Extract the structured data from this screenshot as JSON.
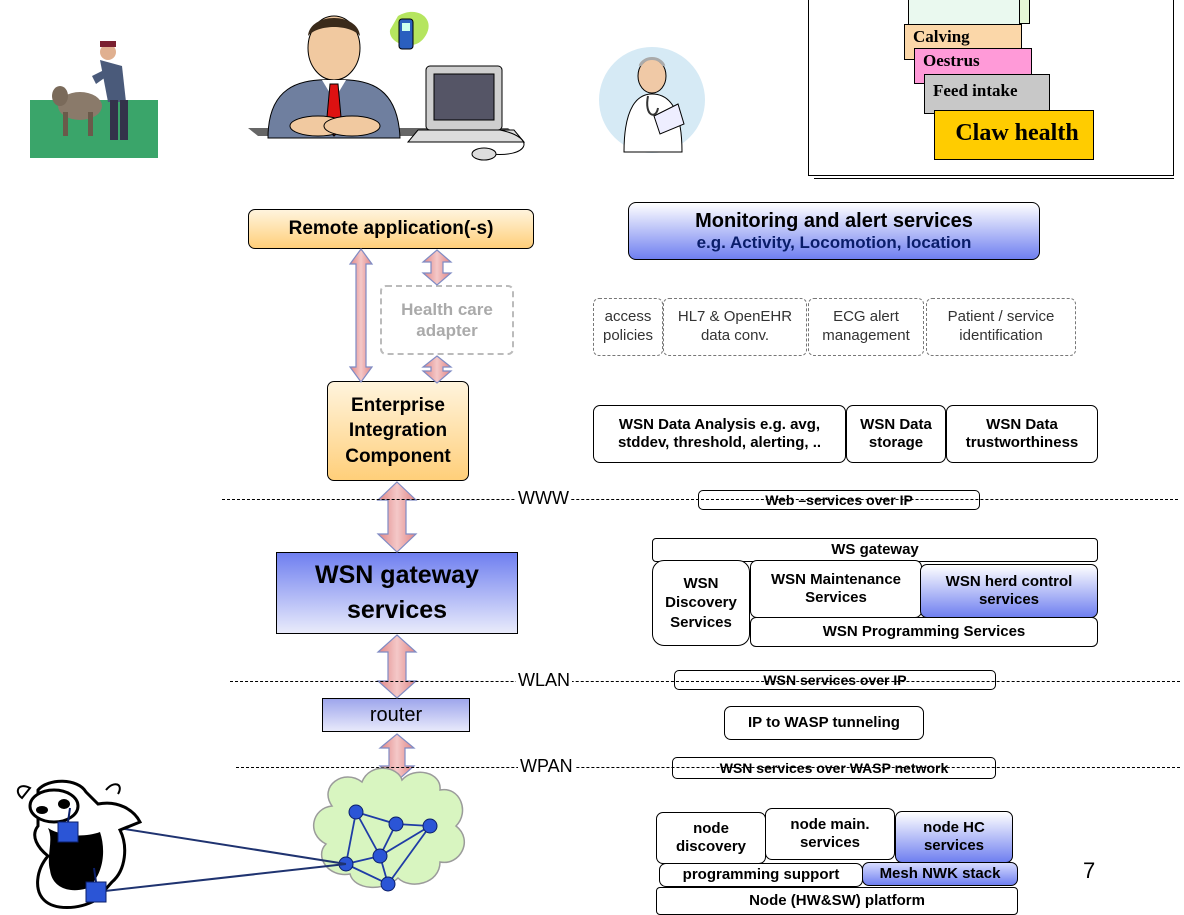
{
  "top_panel": {
    "cards": [
      {
        "label": "Calving",
        "color": "#fbd7a9"
      },
      {
        "label": "Oestrus",
        "color": "#ff9ad8"
      },
      {
        "label": "Feed intake",
        "color": "#c8c8c8"
      },
      {
        "label": "Claw health",
        "color": "#ffcc00"
      }
    ]
  },
  "left_column": {
    "remote_app": "Remote application(-s)",
    "health_adapter": "Health care adapter",
    "eic": "Enterprise Integration Component",
    "gateway": "WSN gateway services",
    "router": "router"
  },
  "network_labels": {
    "www": "WWW",
    "wlan": "WLAN",
    "wpan": "WPAN"
  },
  "monitoring": {
    "title": "Monitoring and alert services",
    "subtitle": "e.g. Activity, Locomotion, location"
  },
  "health_boxes": [
    "access policies",
    "HL7 & OpenEHR data conv.",
    "ECG alert management",
    "Patient / service identification"
  ],
  "data_boxes": {
    "analysis": "WSN Data Analysis e.g. avg, stddev, threshold, alerting, ..",
    "storage": "WSN Data storage",
    "trust": "WSN Data trustworthiness"
  },
  "protocols": {
    "web": "Web –services over IP",
    "wsn_ip": "WSN services over IP",
    "tunnel": "IP to WASP tunneling",
    "wasp": "WSN services over WASP network"
  },
  "gateway_stack": {
    "ws_gateway": "WS gateway",
    "discovery": "WSN Discovery Services",
    "maintenance": "WSN Maintenance Services",
    "herd": "WSN herd control services",
    "programming": "WSN Programming Services"
  },
  "node_stack": {
    "discovery": "node discovery",
    "main": "node main. services",
    "hc": "node HC services",
    "prog": "programming support",
    "mesh": "Mesh NWK stack",
    "platform": "Node (HW&SW) platform"
  },
  "page_number": "7",
  "colors": {
    "arrow": "#e69a9a",
    "arrow_border": "#7f8bc4",
    "blue_gradient": "#6f7ff0",
    "orange_gradient": "#ffcf7a",
    "cloud": "#d8f5c0",
    "node": "#2b55d6"
  }
}
